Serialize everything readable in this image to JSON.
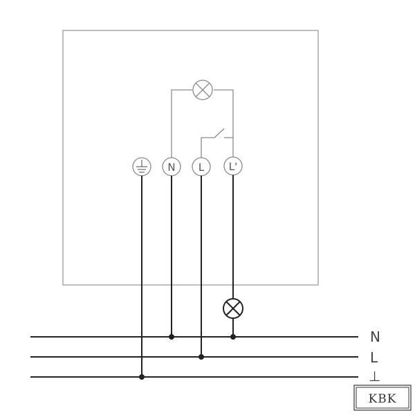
{
  "terminals": {
    "earth": "",
    "neutral": "N",
    "line": "L",
    "switched_line": "L'"
  },
  "bus": {
    "neutral": "N",
    "line": "L",
    "earth": "⊥"
  },
  "logo": {
    "text": "KBK"
  },
  "colors": {
    "wire": "#222222",
    "box": "#9a9a9a",
    "faint": "#8a8a8a"
  },
  "icons": {
    "lamp_internal": "lamp-icon",
    "lamp_external": "lamp-icon",
    "switch": "switch-icon",
    "earth": "earth-icon"
  }
}
